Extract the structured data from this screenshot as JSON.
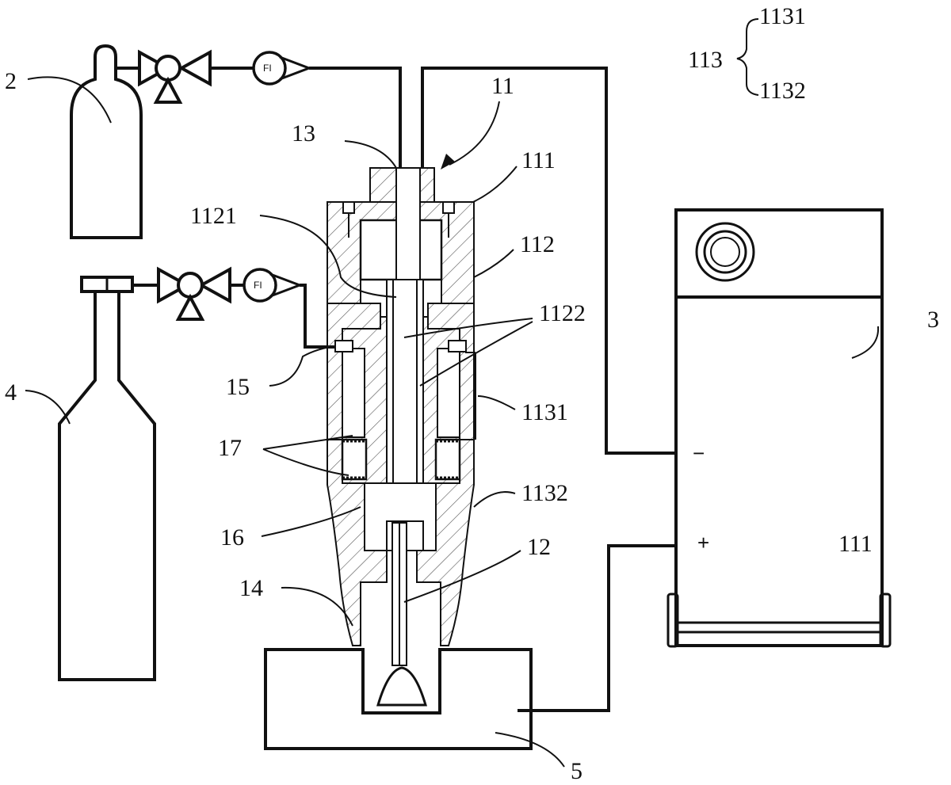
{
  "labels": {
    "l_2": "2",
    "l_4": "4",
    "l_3": "3",
    "l_5": "5",
    "l_11": "11",
    "l_13": "13",
    "l_111_top": "111",
    "l_111_supply": "111",
    "l_112": "112",
    "l_1121": "1121",
    "l_1122": "1122",
    "l_1131": "1131",
    "l_1132": "1132",
    "l_15": "15",
    "l_16": "16",
    "l_17": "17",
    "l_12": "12",
    "l_14": "14"
  },
  "legend": {
    "parent": "113",
    "child_top": "1131",
    "child_bottom": "1132"
  },
  "terminals": {
    "negative": "−",
    "positive": "+"
  },
  "flowmeter_tag": "FI",
  "colors": {
    "line": "#111111",
    "background": "#ffffff"
  }
}
